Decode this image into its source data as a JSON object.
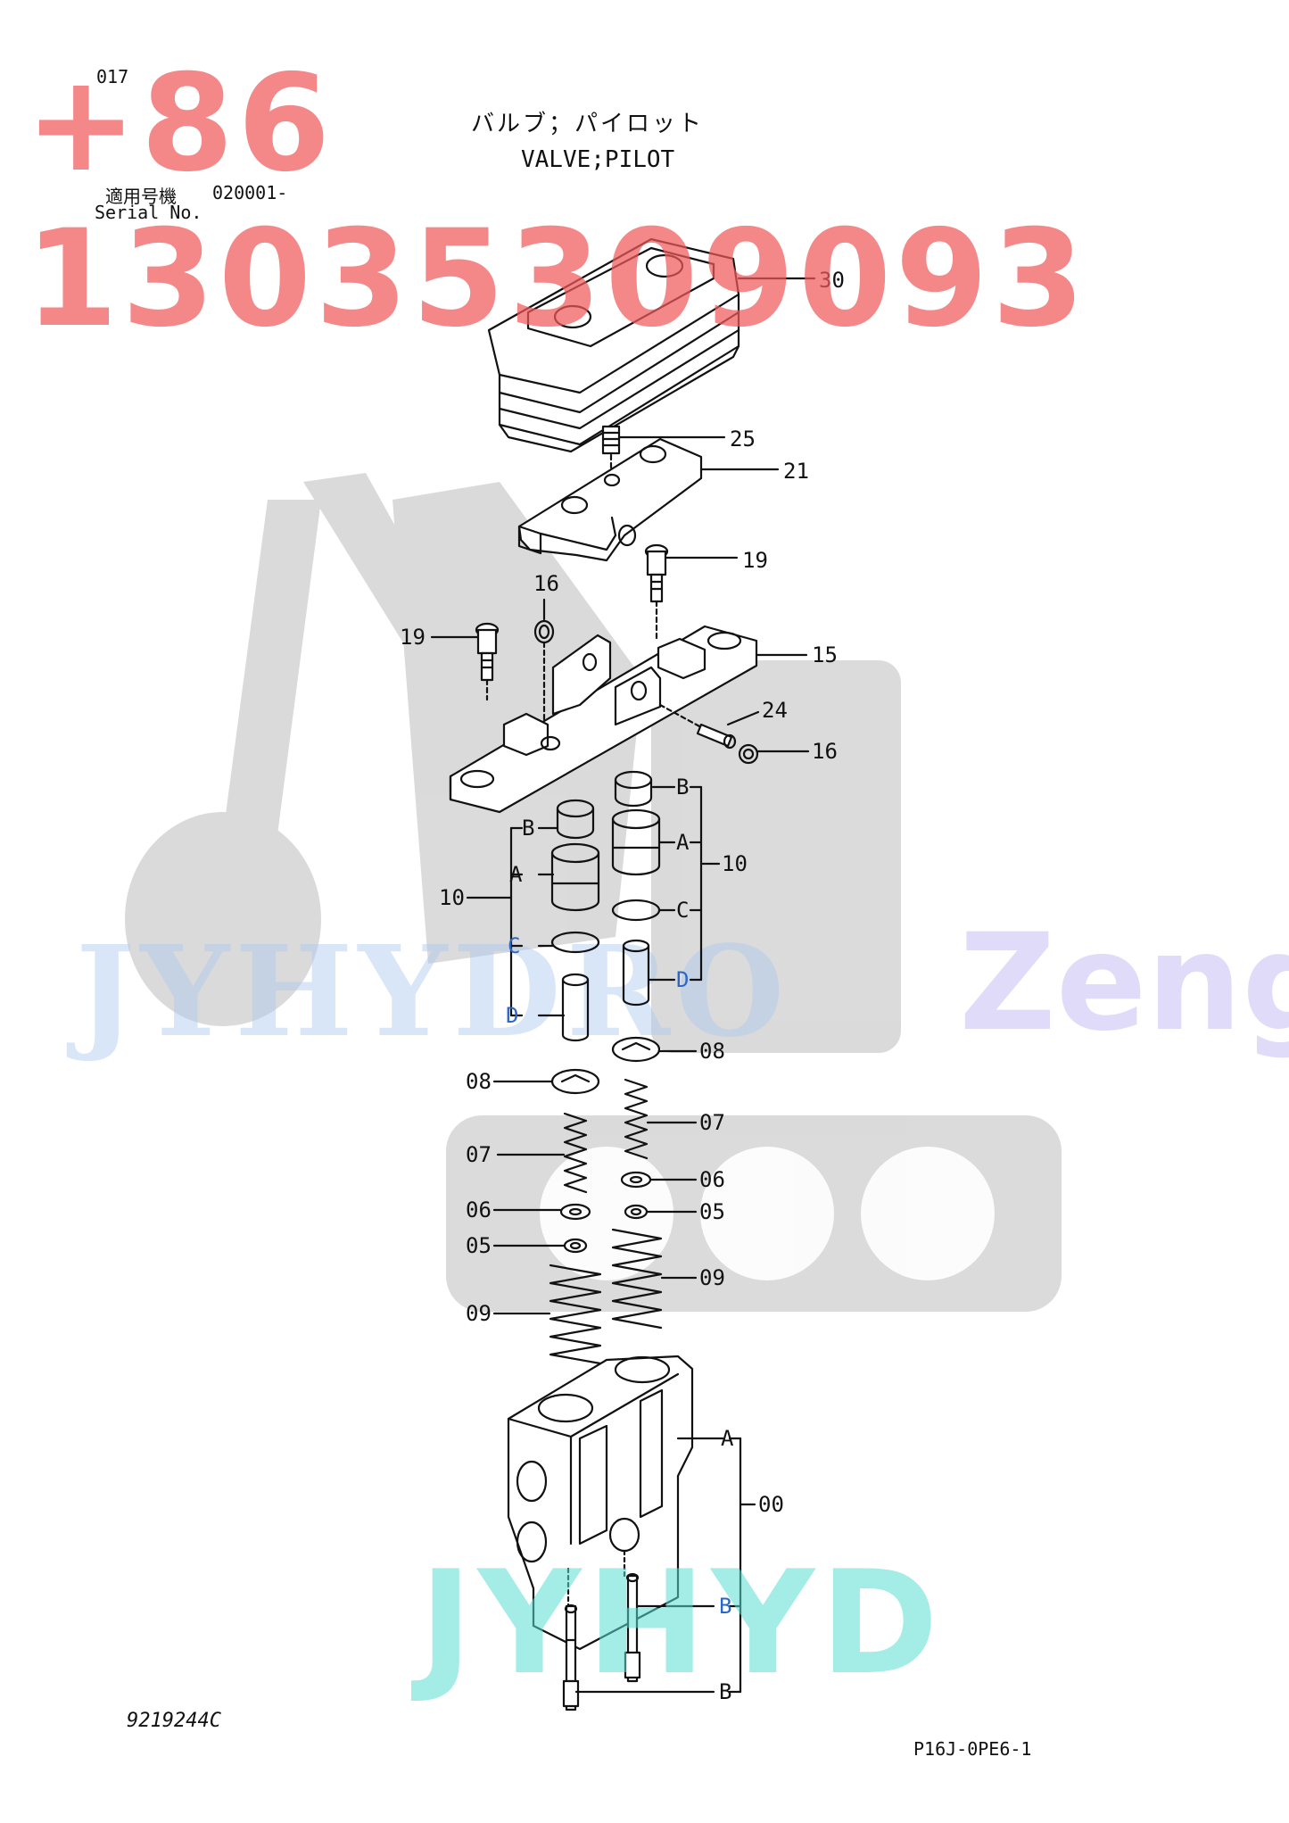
{
  "header": {
    "page_no": "017",
    "title_jp": "バルブ；パイロット",
    "title_en": "VALVE;PILOT",
    "serial_label_jp": "適用号機",
    "serial_value": "020001-",
    "serial_label_en": "Serial No."
  },
  "footer": {
    "drawing_no": "9219244C",
    "page_code": "P16J-0PE6-1"
  },
  "watermarks": {
    "phone": "+86 13035309093",
    "brand_a": "JYHYDRO",
    "brand_b": "Zeng",
    "brand_c": "JYHYD"
  },
  "callouts": {
    "p30": "30",
    "p25": "25",
    "p21": "21",
    "p19a": "19",
    "p16a": "16",
    "p19b": "19",
    "p15": "15",
    "p24": "24",
    "p16b": "16",
    "p10l": "10",
    "p10r": "10",
    "bl": "B",
    "al": "A",
    "cl": "C",
    "dl": "D",
    "br": "B",
    "ar": "A",
    "cr": "C",
    "dr": "D",
    "p08l": "08",
    "p08r": "08",
    "p07l": "07",
    "p07r": "07",
    "p06l": "06",
    "p06r": "06",
    "p05l": "05",
    "p05r": "05",
    "p09l": "09",
    "p09r": "09",
    "ba": "A",
    "p00": "00",
    "bb1": "B",
    "bb2": "B"
  },
  "colors": {
    "watermark_red": "#f05a5a",
    "label_blue": "#2b66c9",
    "line": "#111111"
  }
}
